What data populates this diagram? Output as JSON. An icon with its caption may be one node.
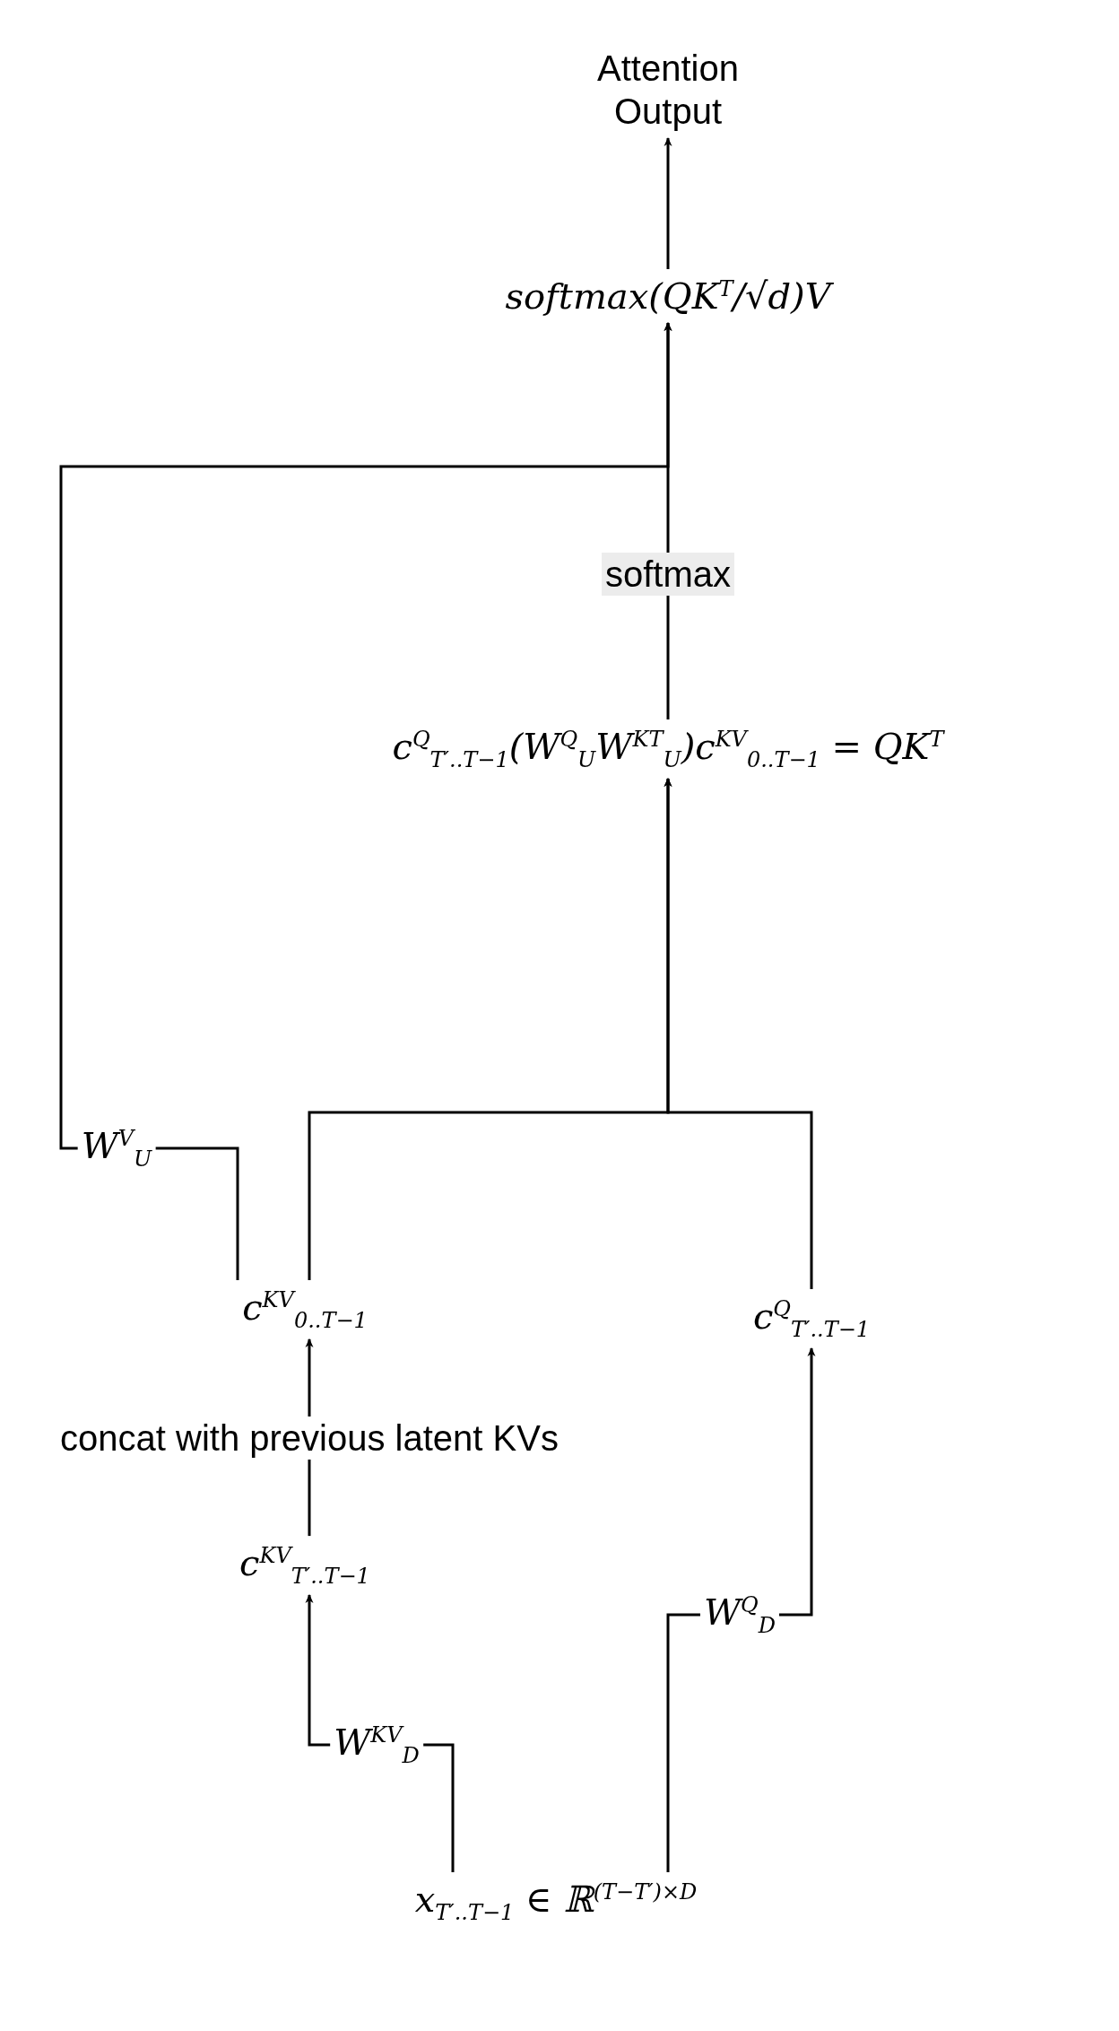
{
  "diagram": {
    "nodes": [
      {
        "text": [
          "Attention Output"
        ]
      },
      {
        "text": [
          "softmax(QK$^{T}$/√d)V"
        ]
      },
      {
        "text": [
          "c$^{Q}$$_{T′..T−1}$(W$^{Q}$$_{U}$W$^{KT}$$_{U}$)c$^{KV}$$_{0..T−1}$ = QK$^{T}$"
        ]
      },
      {
        "text": [
          "c$^{KV}$$_{0..T−1}$"
        ]
      },
      {
        "text": [
          "c$^{Q}$$_{T′..T−1}$"
        ]
      },
      {
        "text": [
          "c$^{KV}$$_{T′..T−1}$"
        ]
      },
      {
        "text": [
          "x$_{T′..T−1}$ ∈ ℝ$^{(T−T′)×D}$"
        ]
      }
    ],
    "edges": [
      {
        "from": 1,
        "to": 0,
        "arrow": "to"
      },
      {
        "from": 2,
        "to": 1,
        "label": "softmax",
        "arrow": "to"
      },
      {
        "from": 3,
        "to": 1,
        "label": "W$^{V}$$_{U}$",
        "arrow": "to"
      },
      {
        "from": 3,
        "to": 2,
        "arrow": "to"
      },
      {
        "from": 4,
        "to": 2,
        "arrow": "to"
      },
      {
        "from": 5,
        "to": 3,
        "label": "concat with previous latent KVs",
        "arrow": "to"
      },
      {
        "from": 6,
        "to": 5,
        "label": "W$^{KV}$$_{D}$",
        "arrow": "to"
      },
      {
        "from": 6,
        "to": 4,
        "label": "W$^{Q}$$_{D}$",
        "arrow": "to"
      }
    ]
  }
}
